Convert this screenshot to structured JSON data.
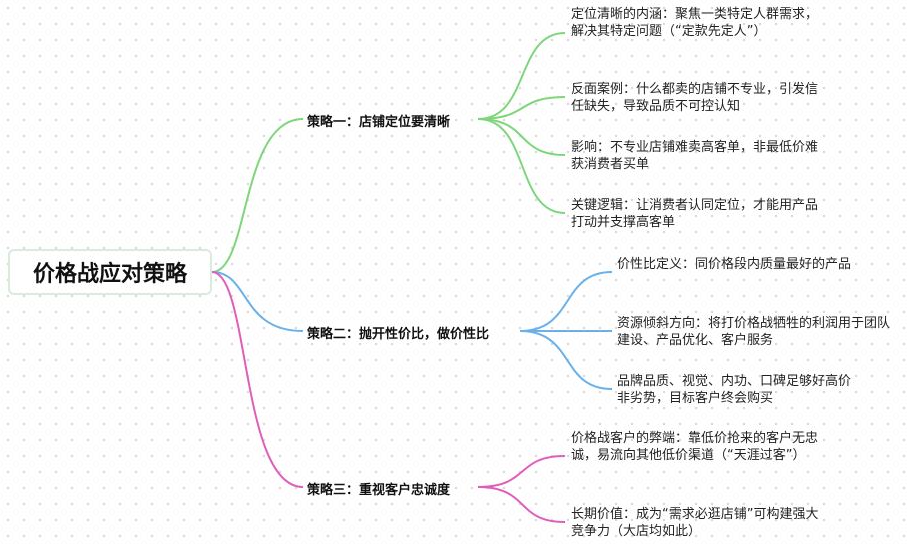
{
  "root": {
    "title": "价格战应对策略"
  },
  "strategies": [
    {
      "label": "策略一：店铺定位要清晰",
      "color": "#7fd67a",
      "points": [
        "定位清晰的内涵：聚焦一类特定人群需求，解决其特定问题（“定款先定人”）",
        "反面案例：什么都卖的店铺不专业，引发信任缺失，导致品质不可控认知",
        "影响：不专业店铺难卖高客单，非最低价难获消费者买单",
        "关键逻辑：让消费者认同定位，才能用产品打动并支撑高客单"
      ]
    },
    {
      "label": "策略二：抛开性价比，做价性比",
      "color": "#6ab0ea",
      "points": [
        "价性比定义：同价格段内质量最好的产品",
        "资源倾斜方向：将打价格战牺牲的利润用于团队建设、产品优化、客户服务",
        "品牌品质、视觉、内功、口碑足够好高价非劣势，目标客户终会购买"
      ]
    },
    {
      "label": "策略三：重视客户忠诚度",
      "color": "#e05ebb",
      "points": [
        "价格战客户的弊端：靠低价抢来的客户无忠诚，易流向其他低价渠道（“天涯过客”）",
        "长期价值：成为“需求必逛店铺”可构建强大竞争力（大店均如此）"
      ]
    }
  ]
}
